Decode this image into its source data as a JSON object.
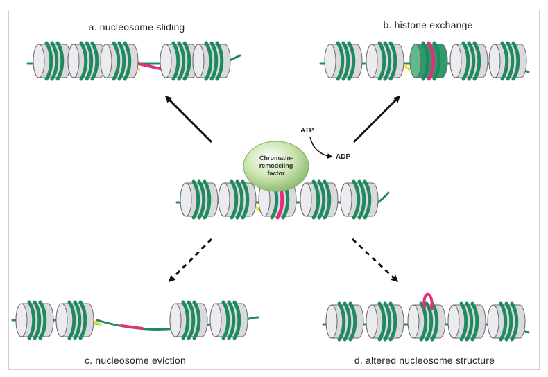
{
  "panels": {
    "a": {
      "label": "a.  nucleosome sliding"
    },
    "b": {
      "label": "b.  histone exchange"
    },
    "c": {
      "label": "c.  nucleosome eviction"
    },
    "d": {
      "label": "d.  altered nucleosome structure"
    }
  },
  "center": {
    "atp": "ATP",
    "adp": "ADP",
    "factor_lines": [
      "Chromatin-",
      "remodeling",
      "factor"
    ]
  },
  "colors": {
    "dna": "#1f8a5e",
    "histone": "#d9d9de",
    "histone_edge": "#6a6a6a",
    "yellow": "#e8e43a",
    "pink": "#e0307a",
    "variant": "#2d9b6a",
    "factor": "#cfe6b3",
    "arrow": "#111111"
  }
}
